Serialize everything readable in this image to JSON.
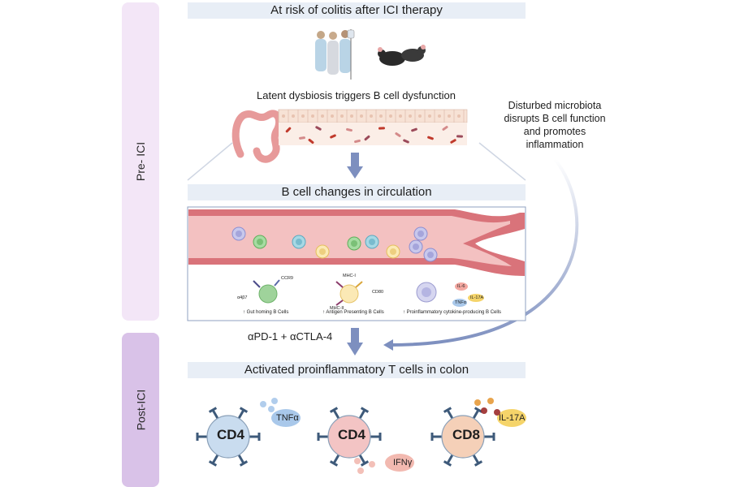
{
  "phases": {
    "pre": {
      "label": "Pre- ICI",
      "color": "#f3e6f7"
    },
    "post": {
      "label": "Post-ICI",
      "color": "#d9c2e8"
    }
  },
  "banners": {
    "top": "At risk of colitis after ICI therapy",
    "middle": "B cell changes in circulation",
    "bottom": "Activated proinflammatory T cells in colon"
  },
  "captions": {
    "dysbiosis": "Latent dysbiosis triggers B cell dysfunction",
    "treatment": "αPD-1 + αCTLA-4"
  },
  "side_note": {
    "line1": "Disturbed microbiota",
    "line2": "disrupts B cell function",
    "line3": "and promotes",
    "line4": "inflammation"
  },
  "b_cell_types": [
    {
      "label": "Gut homing B Cells",
      "markers": [
        "α4β7",
        "CCR9"
      ]
    },
    {
      "label": "Antigen Presenting B Cells",
      "markers": [
        "MHC-I",
        "CD80",
        "MHC-II"
      ]
    },
    {
      "label": "Proinflammatory cytokine-producing B Cells",
      "markers": [
        "IL-6",
        "IL-17A",
        "TNFα"
      ]
    }
  ],
  "up_arrow": "↑",
  "t_cells": [
    {
      "label": "CD4",
      "cytokine": "TNFα",
      "fill": "#c9dcef",
      "cytokine_color": "#a9c8ea"
    },
    {
      "label": "CD4",
      "cytokine": "IFNγ",
      "fill": "#f3c4c4",
      "cytokine_color": "#f2b9b0"
    },
    {
      "label": "CD8",
      "cytokine": "IL-17A",
      "fill": "#f5d0b8",
      "cytokine_color": "#f5d46a"
    }
  ],
  "colors": {
    "banner_bg": "#e8eef6",
    "arrow": "#7d8fbf",
    "vessel_outer": "#d9737a",
    "vessel_inner": "#f3c1c1"
  }
}
